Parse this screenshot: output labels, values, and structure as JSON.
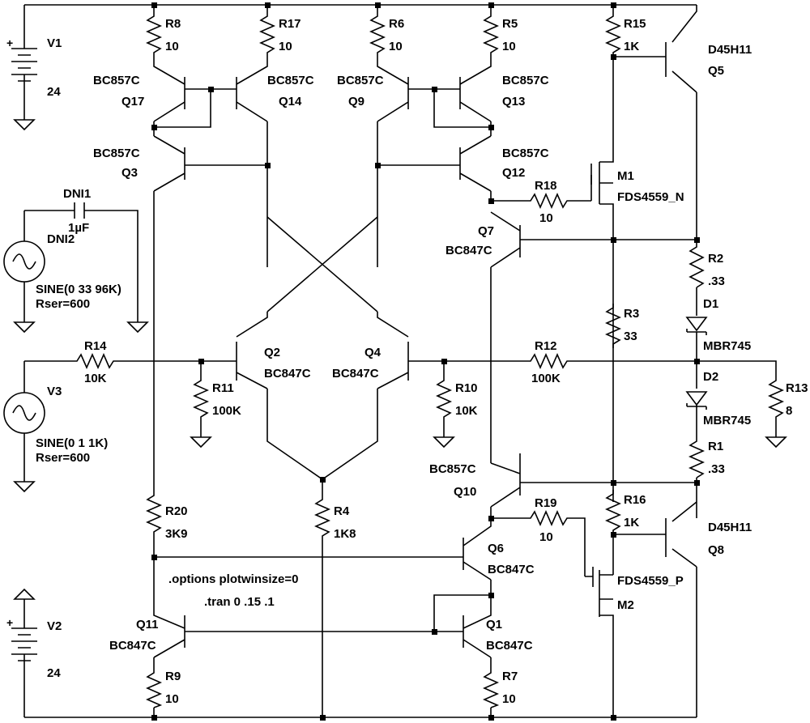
{
  "components": [
    {
      "id": "V1",
      "labels": [
        "V1",
        "24"
      ]
    },
    {
      "id": "V2",
      "labels": [
        "V2",
        "24"
      ]
    },
    {
      "id": "V3",
      "labels": [
        "V3",
        "SINE(0 1 1K)",
        "Rser=600"
      ]
    },
    {
      "id": "DNI2",
      "labels": [
        "DNI2",
        "SINE(0 33 96K)",
        "Rser=600"
      ]
    },
    {
      "id": "DNI1",
      "labels": [
        "DNI1",
        "1µF"
      ]
    },
    {
      "id": "R8",
      "labels": [
        "R8",
        "10"
      ]
    },
    {
      "id": "R17",
      "labels": [
        "R17",
        "10"
      ]
    },
    {
      "id": "R6",
      "labels": [
        "R6",
        "10"
      ]
    },
    {
      "id": "R5",
      "labels": [
        "R5",
        "10"
      ]
    },
    {
      "id": "R15",
      "labels": [
        "R15",
        "1K"
      ]
    },
    {
      "id": "Q5",
      "labels": [
        "D45H11",
        "Q5"
      ]
    },
    {
      "id": "Q17",
      "labels": [
        "BC857C",
        "Q17"
      ]
    },
    {
      "id": "Q14",
      "labels": [
        "BC857C",
        "Q14"
      ]
    },
    {
      "id": "Q9",
      "labels": [
        "BC857C",
        "Q9"
      ]
    },
    {
      "id": "Q13",
      "labels": [
        "BC857C",
        "Q13"
      ]
    },
    {
      "id": "Q3",
      "labels": [
        "BC857C",
        "Q3"
      ]
    },
    {
      "id": "Q12",
      "labels": [
        "BC857C",
        "Q12"
      ]
    },
    {
      "id": "M1",
      "labels": [
        "M1",
        "FDS4559_N"
      ]
    },
    {
      "id": "R18",
      "labels": [
        "R18",
        "10"
      ]
    },
    {
      "id": "Q7",
      "labels": [
        "Q7",
        "BC847C"
      ]
    },
    {
      "id": "R2",
      "labels": [
        "R2",
        ".33"
      ]
    },
    {
      "id": "D1",
      "labels": [
        "D1",
        "MBR745"
      ]
    },
    {
      "id": "R3",
      "labels": [
        "R3",
        "33"
      ]
    },
    {
      "id": "R14",
      "labels": [
        "R14",
        "10K"
      ]
    },
    {
      "id": "R11",
      "labels": [
        "R11",
        "100K"
      ]
    },
    {
      "id": "Q2",
      "labels": [
        "Q2",
        "BC847C"
      ]
    },
    {
      "id": "Q4",
      "labels": [
        "Q4",
        "BC847C"
      ]
    },
    {
      "id": "R10",
      "labels": [
        "R10",
        "10K"
      ]
    },
    {
      "id": "R12",
      "labels": [
        "R12",
        "100K"
      ]
    },
    {
      "id": "D2",
      "labels": [
        "D2",
        "MBR745"
      ]
    },
    {
      "id": "R13",
      "labels": [
        "R13",
        "8"
      ]
    },
    {
      "id": "R1",
      "labels": [
        "R1",
        ".33"
      ]
    },
    {
      "id": "Q10",
      "labels": [
        "BC857C",
        "Q10"
      ]
    },
    {
      "id": "R20",
      "labels": [
        "R20",
        "3K9"
      ]
    },
    {
      "id": "R4",
      "labels": [
        "R4",
        "1K8"
      ]
    },
    {
      "id": "R19",
      "labels": [
        "R19",
        "10"
      ]
    },
    {
      "id": "R16",
      "labels": [
        "R16",
        "1K"
      ]
    },
    {
      "id": "Q8",
      "labels": [
        "D45H11",
        "Q8"
      ]
    },
    {
      "id": "Q6",
      "labels": [
        "Q6",
        "BC847C"
      ]
    },
    {
      "id": "M2",
      "labels": [
        "FDS4559_P",
        "M2"
      ]
    },
    {
      "id": "Q11",
      "labels": [
        "Q11",
        "BC847C"
      ]
    },
    {
      "id": "Q1",
      "labels": [
        "Q1",
        "BC847C"
      ]
    },
    {
      "id": "R9",
      "labels": [
        "R9",
        "10"
      ]
    },
    {
      "id": "R7",
      "labels": [
        "R7",
        "10"
      ]
    }
  ],
  "directives": [
    ".options plotwinsize=0",
    ".tran 0 .15 .1"
  ]
}
